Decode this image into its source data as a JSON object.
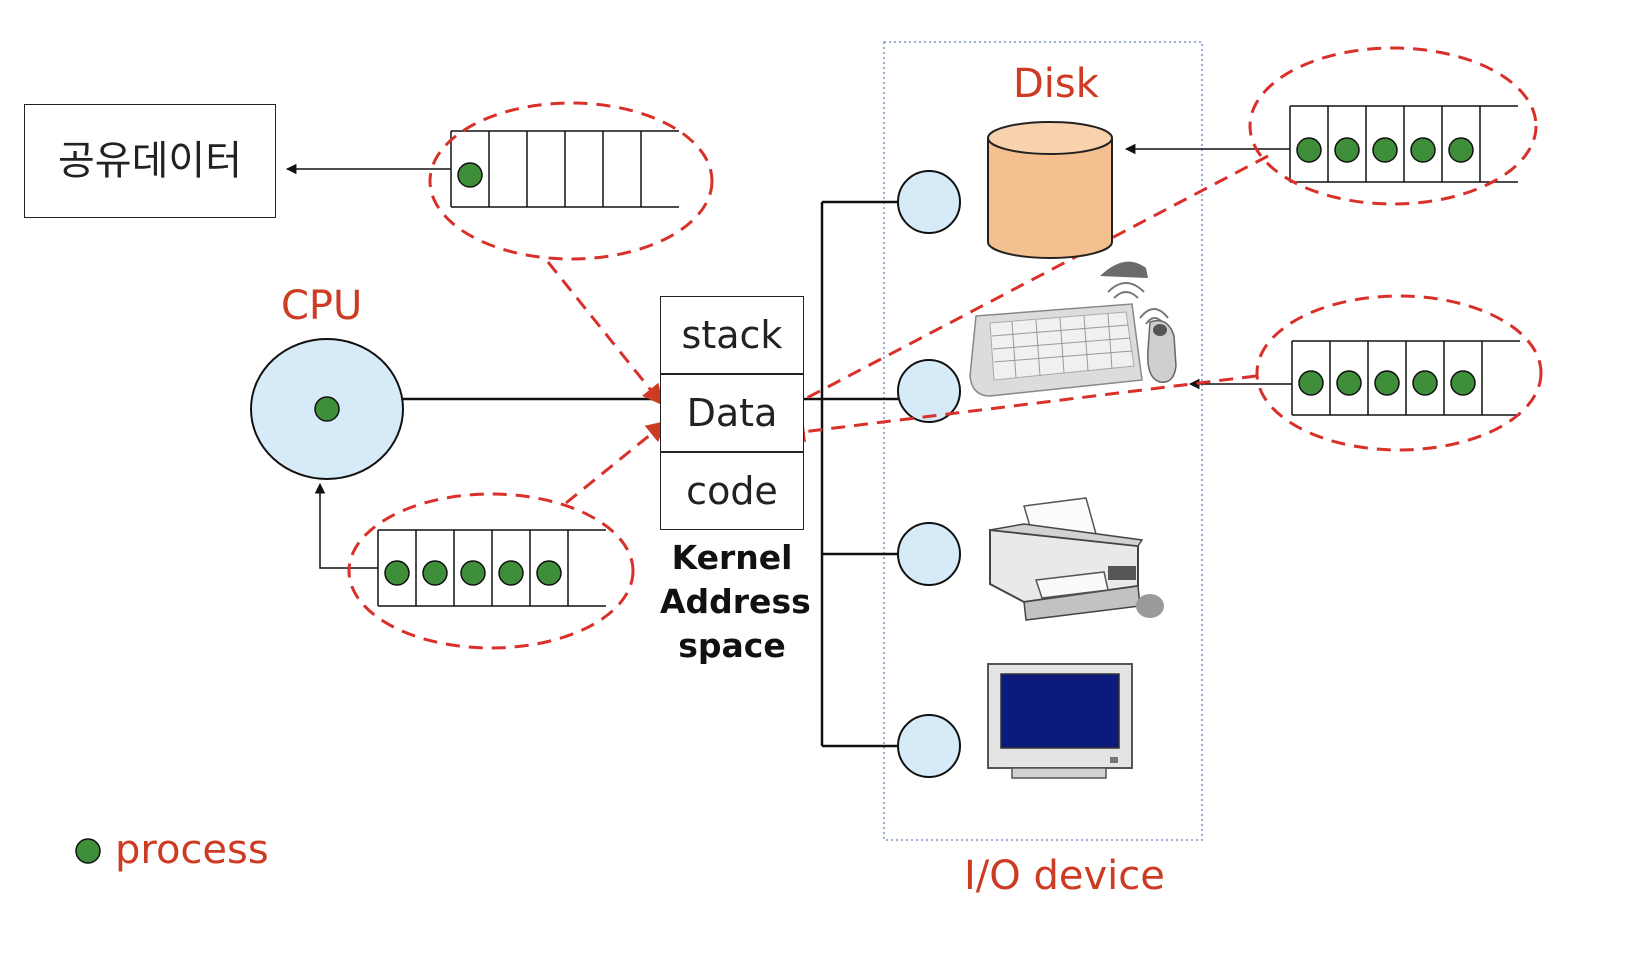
{
  "labels": {
    "shared_data": "공유데이터",
    "cpu": "CPU",
    "disk": "Disk",
    "io_device": "I/O device",
    "legend": "process",
    "kernel": "Kernel Address space"
  },
  "memory": {
    "stack": "stack",
    "data": "Data",
    "code": "code"
  },
  "queues": {
    "shared_queue_processes": 1,
    "cpu_queue_processes": 5,
    "disk_queue_processes": 5,
    "keyboard_queue_processes": 5
  },
  "colors": {
    "process": "#3f8f3a",
    "bubble": "#d6eaf8",
    "accent": "#cc3b22",
    "disk": "#f5c08f"
  },
  "icons": [
    "cylinder-disk-icon",
    "keyboard-mouse-icon",
    "printer-icon",
    "monitor-icon"
  ]
}
